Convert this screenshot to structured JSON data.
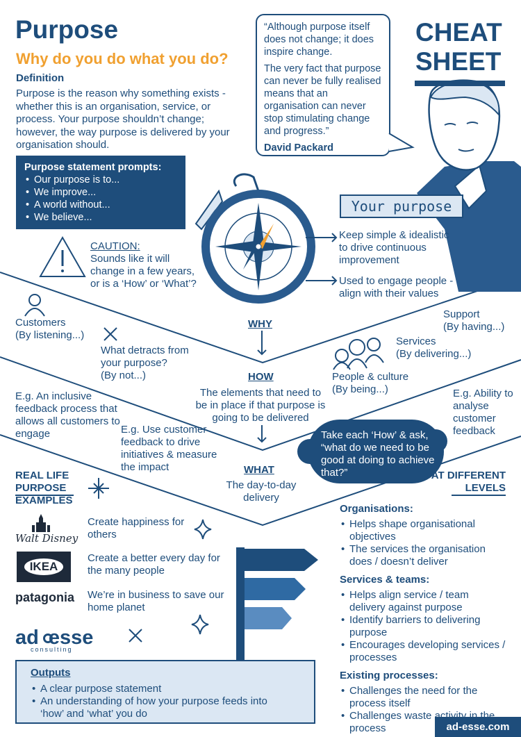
{
  "header": {
    "title": "Purpose",
    "subtitle": "Why do you do what you do?",
    "definition_heading": "Definition",
    "definition_text": "Purpose is the reason why something exists - whether this is an organisation, service, or process. Your purpose shouldn’t change; however, the way purpose is delivered by your organisation should.",
    "cheat_sheet": [
      "CHEAT",
      "SHEET"
    ]
  },
  "quote": {
    "para1": "“Although purpose itself does not change; it does inspire change.",
    "para2": "The very fact that purpose can never be fully realised means that an organisation can never stop stimulating change and progress.”",
    "author": "David Packard"
  },
  "prompts": {
    "heading": "Purpose statement prompts:",
    "items": [
      "Our purpose is to...",
      "We improve...",
      "A world without...",
      "We believe..."
    ]
  },
  "caution": {
    "label": "CAUTION:",
    "text": "Sounds like it will change in a few years, or is a ‘How’ or ‘What’?"
  },
  "your_purpose": {
    "label": "Your purpose",
    "point1": "Keep simple & idealistic to drive continuous improvement",
    "point2": "Used to engage people - align with their values"
  },
  "why": {
    "label": "WHY",
    "customers": "Customers\n(By listening...)",
    "detracts": "What detracts from your purpose?\n(By not...)",
    "support": "Support\n(By having...)",
    "services": "Services\n(By delivering...)",
    "people": "People & culture\n(By being...)"
  },
  "how": {
    "label": "HOW",
    "text": "The elements that need to be in place if that purpose is going to be delivered",
    "example_left": "E.g. An inclusive feedback process that allows all customers to engage",
    "example_right": "E.g. Ability to analyse customer feedback",
    "bubble": "Take each ‘How’ & ask, “what do we need to be good at doing to achieve that?”"
  },
  "what": {
    "label": "WHAT",
    "text": "The day-to-day delivery",
    "example": "E.g. Use customer feedback to drive initiatives & measure the impact"
  },
  "examples": {
    "heading": "REAL LIFE PURPOSE EXAMPLES",
    "items": [
      {
        "brand": "Walt Disney",
        "text": "Create happiness for others"
      },
      {
        "brand": "IKEA",
        "text": "Create a better every day for the many people"
      },
      {
        "brand": "patagonia",
        "text": "We’re in business to save our home planet"
      }
    ],
    "adesse_logo": {
      "a": "ad",
      "b": "esse",
      "sub": "consulting"
    }
  },
  "levels": {
    "heading": "AT DIFFERENT LEVELS",
    "groups": [
      {
        "title": "Organisations:",
        "items": [
          "Helps shape organisational objectives",
          "The services the organisation does / doesn’t deliver"
        ]
      },
      {
        "title": "Services & teams:",
        "items": [
          "Helps align service / team delivery against purpose",
          "Identify barriers to delivering purpose",
          "Encourages developing services / processes"
        ]
      },
      {
        "title": "Existing processes:",
        "items": [
          "Challenges the need for the process itself",
          "Challenges waste activity in the process"
        ]
      }
    ]
  },
  "outputs": {
    "heading": "Outputs",
    "items": [
      "A clear purpose statement",
      "An understanding of how your purpose feeds into ‘how’ and ‘what’ you do"
    ]
  },
  "footer": {
    "url": "ad-esse.com"
  },
  "colors": {
    "navy": "#1e4d7b",
    "orange": "#f0a030",
    "light": "#dbe7f3"
  }
}
